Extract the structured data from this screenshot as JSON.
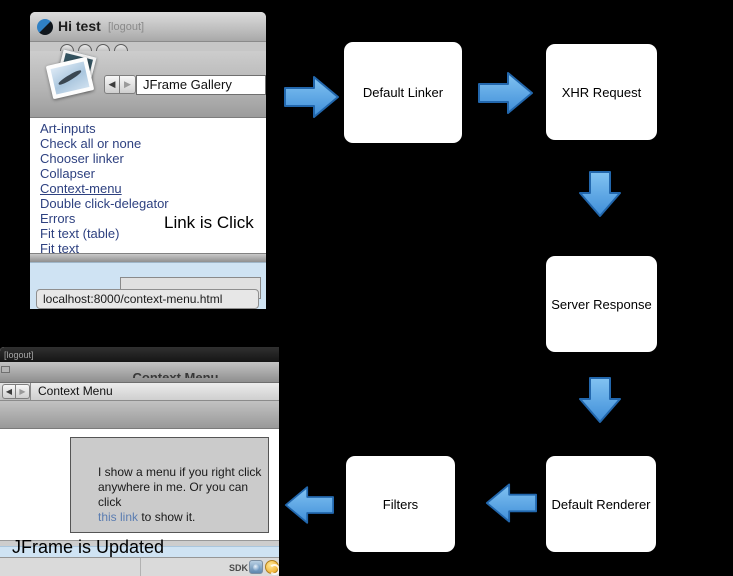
{
  "colors": {
    "background": "#000000",
    "arrow_fill_top": "#82c3f2",
    "arrow_fill_bottom": "#3f8ed8",
    "arrow_border": "#2267ad",
    "gallery_link": "#2e4180",
    "panel_blue": "#cfe3f3",
    "flow_box_bg": "#ffffff"
  },
  "annotations": {
    "top": "Link is Click",
    "bottom": "JFrame is Updated"
  },
  "flow": {
    "boxes": [
      {
        "label": "Default Linker"
      },
      {
        "label": "XHR Request"
      },
      {
        "label": "Server Response"
      },
      {
        "label": "Default Renderer"
      },
      {
        "label": "Filters"
      }
    ]
  },
  "top_window": {
    "title": "Hi test",
    "logout_label": "[logout]",
    "nav": {
      "back": "◀",
      "forward": "▶"
    },
    "location_field": "JFrame Gallery",
    "links": [
      "Art-inputs",
      "Check all or none",
      "Chooser linker",
      "Collapser",
      "Context-menu",
      "Double click-delegator",
      "Errors",
      "Fit text (table)",
      "Fit text"
    ],
    "status_tooltip": "localhost:8000/context-menu.html"
  },
  "bottom_window": {
    "logout_label": "[logout]",
    "window_title": "Context Menu",
    "nav": {
      "back": "◀",
      "forward": "▶"
    },
    "tab_title": "Context Menu",
    "content": {
      "line1": "I show a menu if you right click",
      "line2": "anywhere in me. Or you can click",
      "link_text": "this link",
      "line3_suffix": " to show it."
    },
    "taskbar": {
      "sdk_label": "SDK"
    }
  }
}
